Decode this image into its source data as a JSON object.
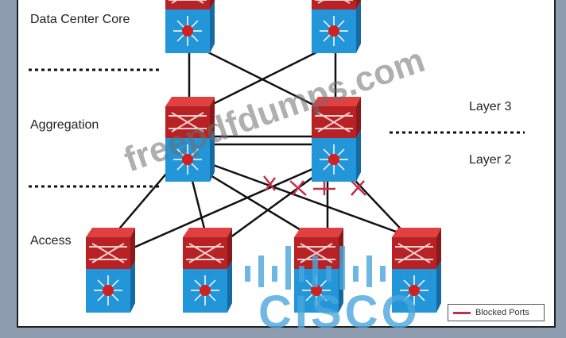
{
  "layers": {
    "core": "Data Center Core",
    "aggregation": "Aggregation",
    "access": "Access",
    "layer3": "Layer 3",
    "layer2": "Layer 2"
  },
  "legend": {
    "blocked_ports": "Blocked Ports"
  },
  "watermark": "freepdfdumps.com",
  "logo": "CISCO",
  "colors": {
    "switch_top": "#c0282a",
    "switch_bottom": "#1f8fd0",
    "blocked": "#c0304a"
  }
}
